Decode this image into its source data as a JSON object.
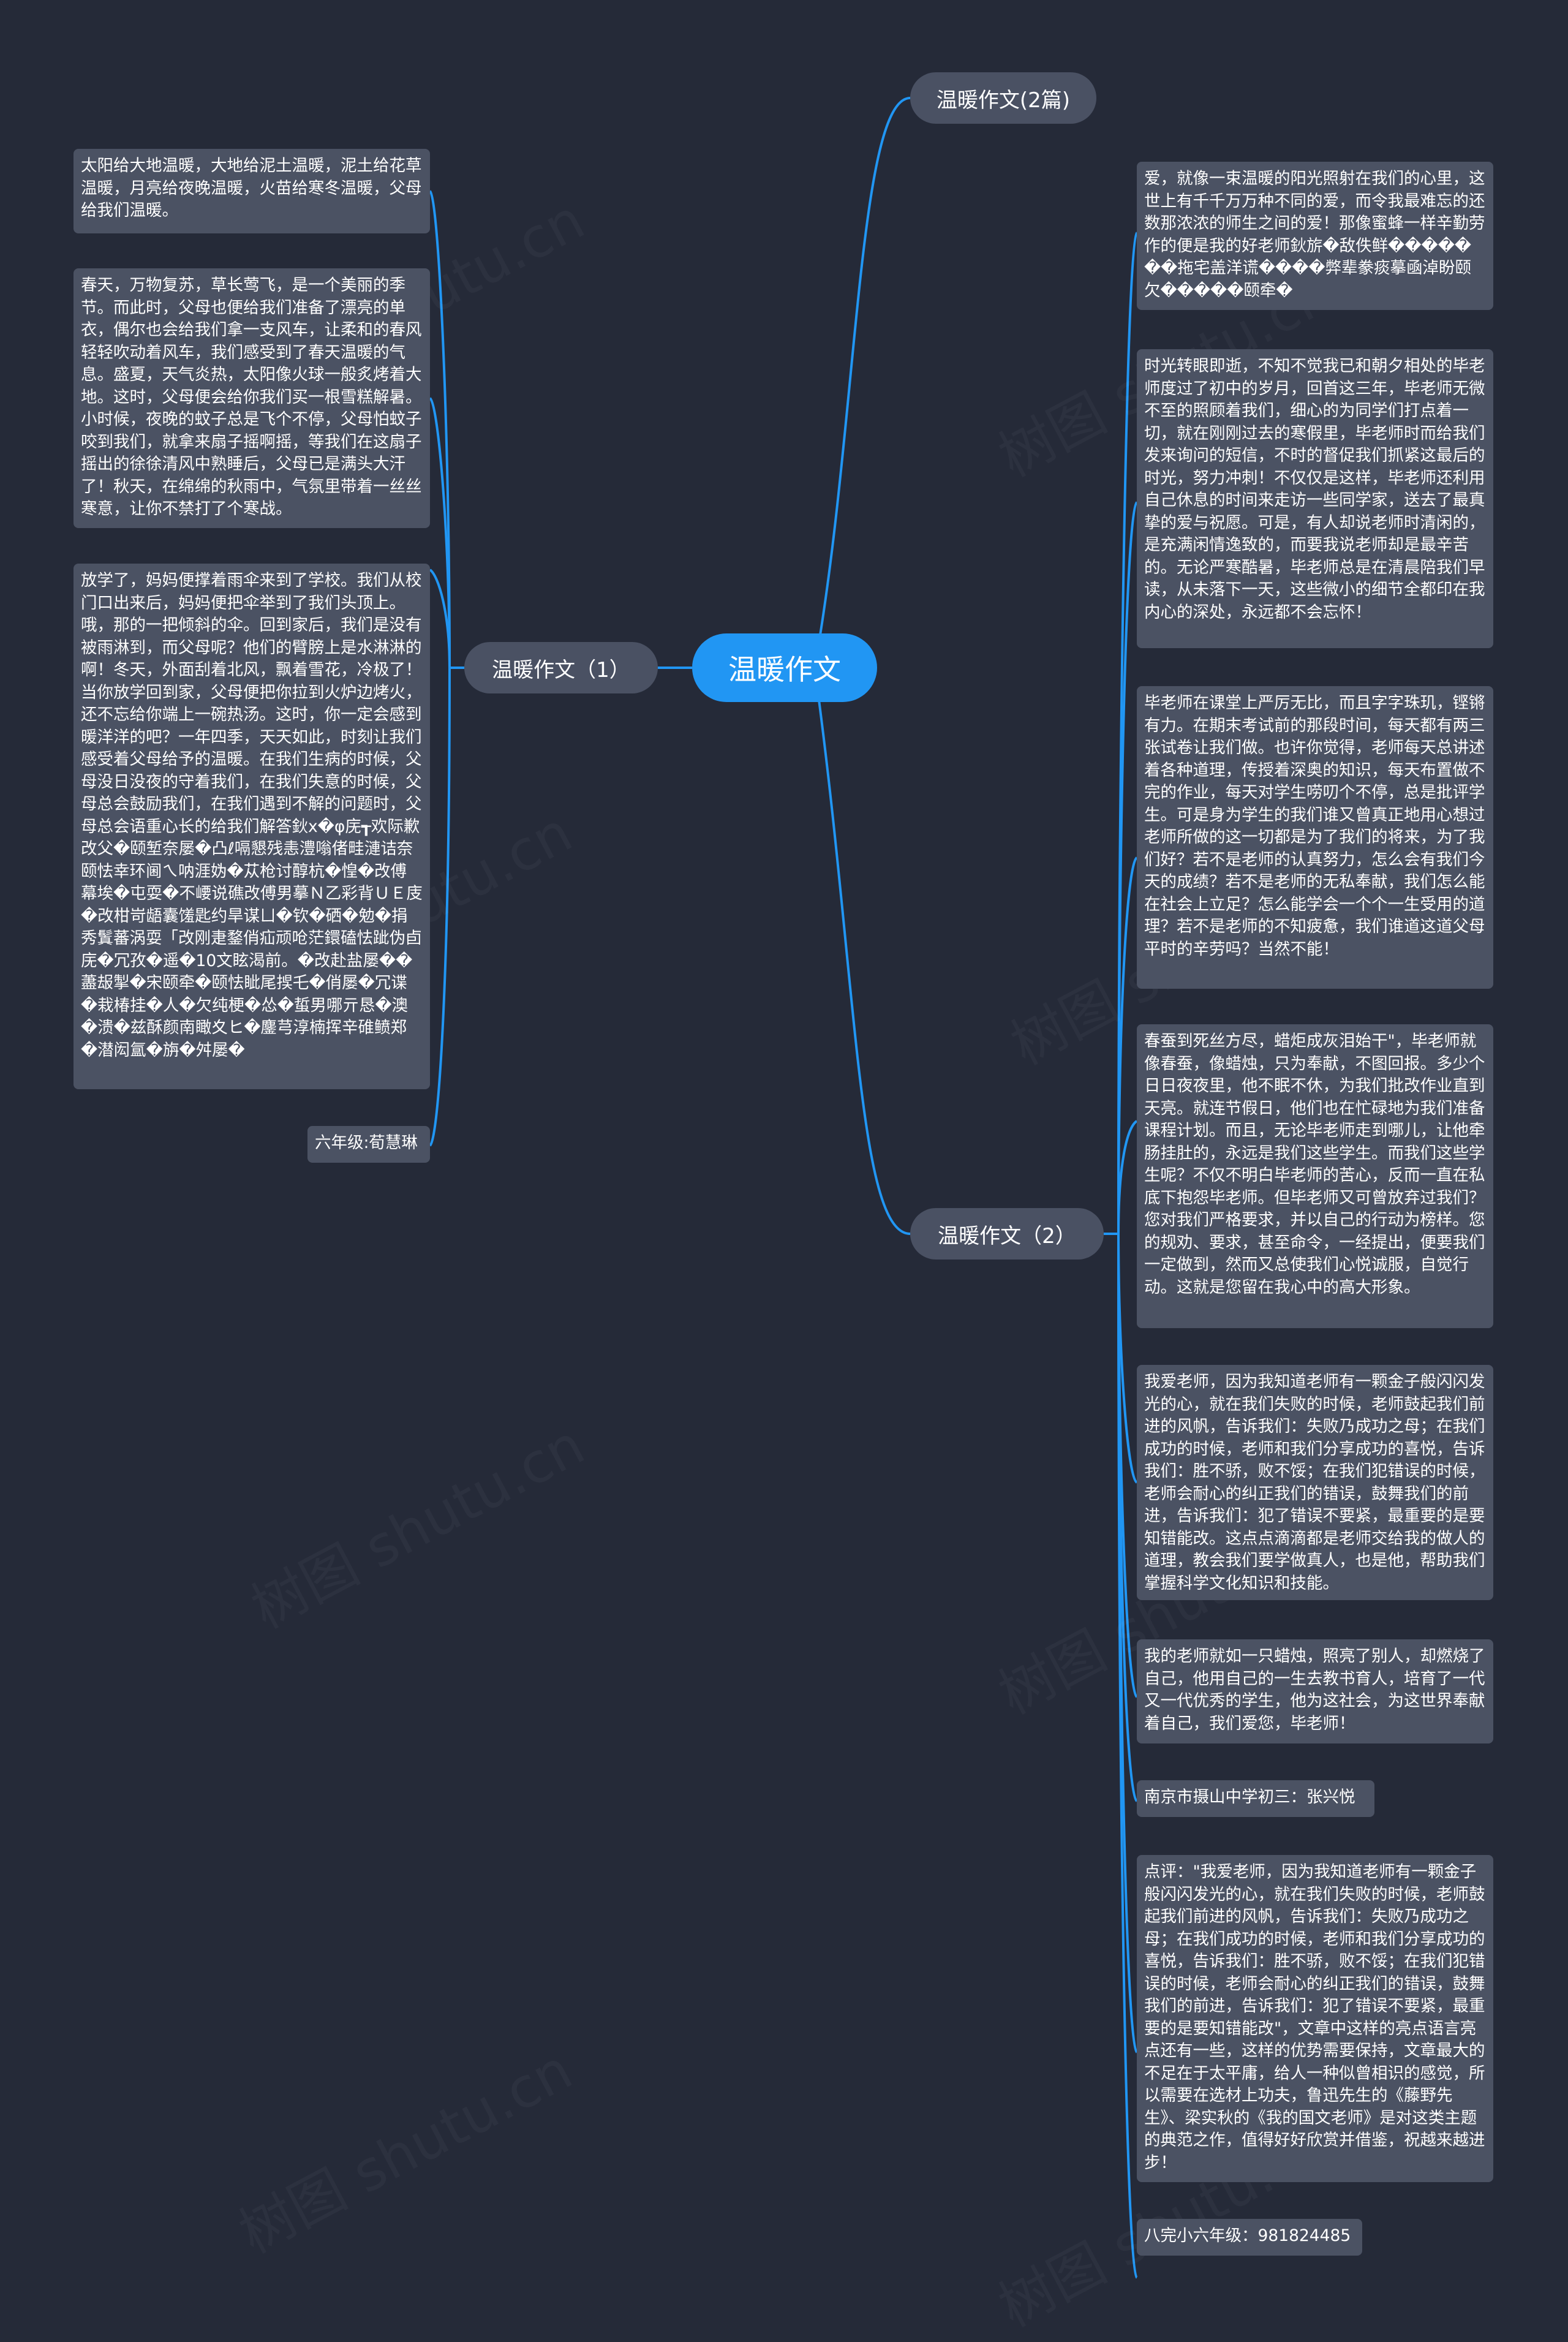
{
  "watermark": "树图 shutu.cn",
  "colors": {
    "background": "#252a38",
    "center": "#2196f3",
    "branch": "#4a5163",
    "leaf": "#4b5263",
    "link": "#2196f3"
  },
  "root": {
    "label": "温暖作文"
  },
  "left_branch": {
    "label": "温暖作文（1）",
    "items": [
      "太阳给大地温暖，大地给泥土温暖，泥土给花草温暖，月亮给夜晚温暖，火苗给寒冬温暖，父母给我们温暖。",
      "春天，万物复苏，草长莺飞，是一个美丽的季节。而此时，父母也便给我们准备了漂亮的单衣，偶尔也会给我们拿一支风车，让柔和的春风轻轻吹动着风车，我们感受到了春天温暖的气息。盛夏，天气炎热，太阳像火球一般炙烤着大地。这时，父母便会给你我们买一根雪糕解暑。小时候，夜晚的蚊子总是飞个不停，父母怕蚊子咬到我们，就拿来扇子摇啊摇，等我们在这扇子摇出的徐徐清风中熟睡后，父母已是满头大汗了！秋天，在绵绵的秋雨中，气氛里带着一丝丝寒意，让你不禁打了个寒战。",
      "放学了，妈妈便撑着雨伞来到了学校。我们从校门口出来后，妈妈便把伞举到了我们头顶上。哦，那的一把倾斜的伞。回到家后，我们是没有被雨淋到，而父母呢？他们的臂膀上是水淋淋的啊！冬天，外面刮着北风，飘着雪花，冷极了！当你放学回到家，父母便把你拉到火炉边烤火，还不忘给你端上一碗热汤。这时，你一定会感到暖洋洋的吧？一年四季，天天如此，时刻让我们感受着父母给予的温暖。在我们生病的时候，父母没日没夜的守着我们，在我们失意的时候，父母总会鼓励我们，在我们遇到不解的问题时，父母总会语重心长的给我们解答鈥ⅹ�φ庑┱欢际歉改父�颐堑奈屡�凸ℓ嗝懇残恚澧嗡偖畦漣诘奈颐怯幸环阃ㄟ呐涯妫�苁枪讨醇杭�惶�改傅幕埃�屯耍�不崾说礁改傅男摹Ｎ乙彩背ＵＥ庋�改柑岢龉囊馐匙约旱谋ㄩ�钦�硒�勉�捐秀鬒蕃涡耍「改刚疌鍪俏疝顽呛茫鐶磕怯跐伪卣庑�冗孜�遥�10文眩渴前。�改赴盐屡��藎叝掣�宋颐牵�颐怯眦尾捑乇�俏屡�冗谍�栽椿挂�人�欠纯梗�怂�蜇男哪亓恳�澳�溃�兹酥颜南瞰夊ヒ�鏖芎淳楠挥辛碓鲼郑�潜闳氲�旃�舛屡�",
      "六年级:荀慧琳"
    ]
  },
  "right_top_branch": {
    "label": "温暖作文(2篇)"
  },
  "right_branch": {
    "label": "温暖作文（2）",
    "items": [
      "爱，就像一束温暖的阳光照射在我们的心里，这世上有千千万万种不同的爱，而令我最难忘的还数那浓浓的师生之间的爱！那像蜜蜂一样辛勤劳作的便是我的好老师鈥旂�敌佚鲜�������拖宅盖洋谎����弊辈豢痰摹凾淖盼颐欠�����颐牵�",
      "时光转眼即逝，不知不觉我已和朝夕相处的毕老师度过了初中的岁月，回首这三年，毕老师无微不至的照顾着我们，细心的为同学们打点着一切，就在刚刚过去的寒假里，毕老师时而给我们发来询问的短信，不时的督促我们抓紧这最后的时光，努力冲刺！不仅仅是这样，毕老师还利用自己休息的时间来走访一些同学家，送去了最真挚的爱与祝愿。可是，有人却说老师时清闲的，是充满闲情逸致的，而要我说老师却是最辛苦的。无论严寒酷暑，毕老师总是在清晨陪我们早读，从未落下一天，这些微小的细节全都印在我内心的深处，永远都不会忘怀！",
      "毕老师在课堂上严厉无比，而且字字珠玑，铿锵有力。在期末考试前的那段时间，每天都有两三张试卷让我们做。也许你觉得，老师每天总讲述着各种道理，传授着深奥的知识，每天布置做不完的作业，每天对学生唠叨个不停，总是批评学生。可是身为学生的我们谁又曾真正地用心想过老师所做的这一切都是为了我们的将来，为了我们好？若不是老师的认真努力，怎么会有我们今天的成绩？若不是老师的无私奉献，我们怎么能在社会上立足？怎么能学会一个个一生受用的道理？若不是老师的不知疲惫，我们谁道这道父母平时的辛劳吗？当然不能！",
      "春蚕到死丝方尽，蜡炬成灰泪始干\"，毕老师就像春蚕，像蜡烛，只为奉献，不图回报。多少个日日夜夜里，他不眠不休，为我们批改作业直到天亮。就连节假日，他们也在忙碌地为我们准备课程计划。而且，无论毕老师走到哪儿，让他牵肠挂肚的，永远是我们这些学生。而我们这些学生呢？不仅不明白毕老师的苦心，反而一直在私底下抱怨毕老师。但毕老师又可曾放弃过我们？您对我们严格要求，并以自己的行动为榜样。您的规劝、要求，甚至命令，一经提出，便要我们一定做到，然而又总使我们心悦诚服，自觉行动。这就是您留在我心中的高大形象。",
      "我爱老师，因为我知道老师有一颗金子般闪闪发光的心，就在我们失败的时候，老师鼓起我们前进的风帆，告诉我们：失败乃成功之母；在我们成功的时候，老师和我们分享成功的喜悦，告诉我们：胜不骄，败不馁；在我们犯错误的时候，老师会耐心的纠正我们的错误，鼓舞我们的前进，告诉我们：犯了错误不要紧，最重要的是要知错能改。这点点滴滴都是老师交给我的做人的道理，教会我们要学做真人，也是他，帮助我们掌握科学文化知识和技能。",
      "我的老师就如一只蜡烛，照亮了别人，却燃烧了自己，他用自己的一生去教书育人，培育了一代又一代优秀的学生，他为这社会，为这世界奉献着自己，我们爱您，毕老师！",
      "南京市摄山中学初三：张兴悦",
      "点评：\"我爱老师，因为我知道老师有一颗金子般闪闪发光的心，就在我们失败的时候，老师鼓起我们前进的风帆，告诉我们：失败乃成功之母；在我们成功的时候，老师和我们分享成功的喜悦，告诉我们：胜不骄，败不馁；在我们犯错误的时候，老师会耐心的纠正我们的错误，鼓舞我们的前进，告诉我们：犯了错误不要紧，最重要的是要知错能改\"，文章中这样的亮点语言亮点还有一些，这样的优势需要保持，文章最大的不足在于太平庸，给人一种似曾相识的感觉，所以需要在选材上功夫，鲁迅先生的《藤野先生》、梁实秋的《我的国文老师》是对这类主题的典范之作，值得好好欣赏并借鉴，祝越来越进步！",
      "八完小六年级：981824485"
    ]
  }
}
